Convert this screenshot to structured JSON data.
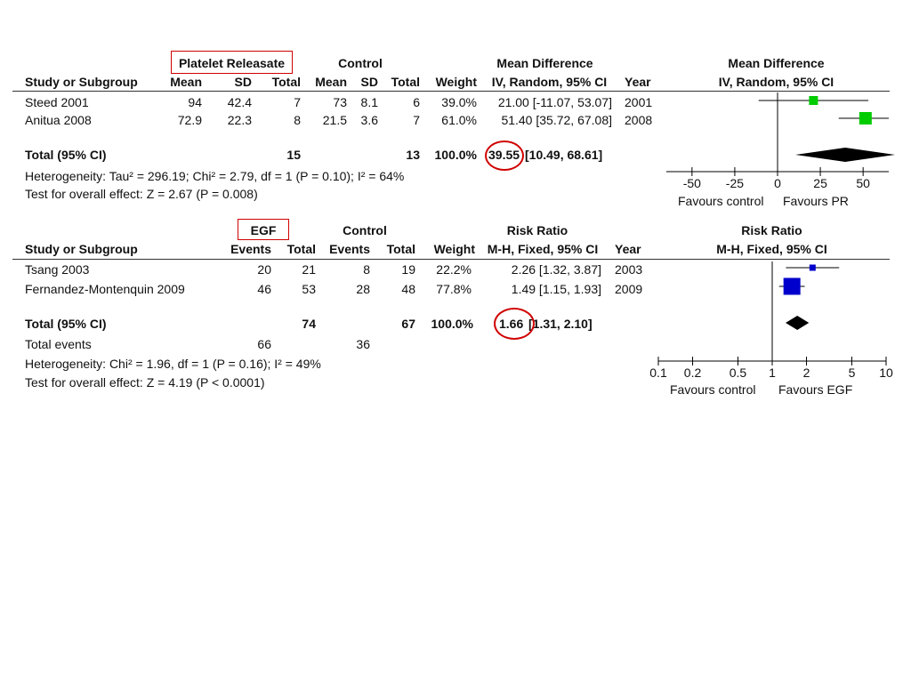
{
  "forest1": {
    "group_label": "Platelet Releasate",
    "control_label": "Control",
    "effect_label": "Mean Difference",
    "header": [
      "Study or Subgroup",
      "Mean",
      "SD",
      "Total",
      "Mean",
      "SD",
      "Total",
      "Weight",
      "IV, Random, 95% CI",
      "Year"
    ],
    "plot_title": "Mean Difference",
    "plot_subtitle": "IV, Random, 95% CI",
    "rows": [
      {
        "study": "Steed 2001",
        "mean_e": "94",
        "sd_e": "42.4",
        "total_e": "7",
        "mean_c": "73",
        "sd_c": "8.1",
        "total_c": "6",
        "weight": "39.0%",
        "ci": "21.00 [-11.07, 53.07]",
        "year": "2001"
      },
      {
        "study": "Anitua 2008",
        "mean_e": "72.9",
        "sd_e": "22.3",
        "total_e": "8",
        "mean_c": "21.5",
        "sd_c": "3.6",
        "total_c": "7",
        "weight": "61.0%",
        "ci": "51.40 [35.72, 67.08]",
        "year": "2008"
      }
    ],
    "total": {
      "label": "Total (95% CI)",
      "total_e": "15",
      "total_c": "13",
      "weight": "100.0%",
      "estimate": "39.55",
      "ci": "[10.49, 68.61]"
    },
    "heterogeneity": "Heterogeneity: Tau² = 296.19; Chi² = 2.79, df = 1 (P = 0.10); I² = 64%",
    "overall": "Test for overall effect: Z = 2.67 (P = 0.008)",
    "ticks": [
      "-50",
      "-25",
      "0",
      "25",
      "50"
    ],
    "favours_left": "Favours control",
    "favours_right": "Favours PR"
  },
  "forest2": {
    "group_label": "EGF",
    "control_label": "Control",
    "effect_label": "Risk Ratio",
    "header": [
      "Study or Subgroup",
      "Events",
      "Total",
      "Events",
      "Total",
      "Weight",
      "M-H, Fixed, 95% CI",
      "Year"
    ],
    "plot_title": "Risk Ratio",
    "plot_subtitle": "M-H, Fixed, 95% CI",
    "rows": [
      {
        "study": "Tsang 2003",
        "events_e": "20",
        "total_e": "21",
        "events_c": "8",
        "total_c": "19",
        "weight": "22.2%",
        "ci": "2.26 [1.32, 3.87]",
        "year": "2003"
      },
      {
        "study": "Fernandez-Montenquin 2009",
        "events_e": "46",
        "total_e": "53",
        "events_c": "28",
        "total_c": "48",
        "weight": "77.8%",
        "ci": "1.49 [1.15, 1.93]",
        "year": "2009"
      }
    ],
    "total": {
      "label": "Total (95% CI)",
      "total_e": "74",
      "total_c": "67",
      "weight": "100.0%",
      "estimate": "1.66",
      "ci": "[1.31, 2.10]"
    },
    "total_events": {
      "label": "Total events",
      "events_e": "66",
      "events_c": "36"
    },
    "heterogeneity": "Heterogeneity: Chi² = 1.96, df = 1 (P = 0.16); I² = 49%",
    "overall": "Test for overall effect: Z = 4.19 (P < 0.0001)",
    "ticks": [
      "0.1",
      "0.2",
      "0.5",
      "1",
      "2",
      "5",
      "10"
    ],
    "favours_left": "Favours control",
    "favours_right": "Favours EGF"
  },
  "colors": {
    "square1": "#00cc00",
    "square2": "#0000cc",
    "diamond": "#000000",
    "highlight": "#d00000"
  },
  "chart_data": [
    {
      "type": "scatter",
      "xlim": [
        -65,
        65
      ],
      "scale": "linear",
      "ticks": [
        -50,
        -25,
        0,
        25,
        50
      ],
      "series": [
        {
          "x": [
            21.0,
            51.4
          ],
          "lo": [
            -11.07,
            35.72
          ],
          "hi": [
            53.07,
            67.08
          ],
          "weight": [
            39.0,
            61.0
          ]
        }
      ],
      "pooled": {
        "x": 39.55,
        "lo": 10.49,
        "hi": 68.61
      }
    },
    {
      "type": "scatter",
      "xlim": [
        0.1,
        10
      ],
      "scale": "log",
      "ticks": [
        0.1,
        0.2,
        0.5,
        1,
        2,
        5,
        10
      ],
      "series": [
        {
          "x": [
            2.26,
            1.49
          ],
          "lo": [
            1.32,
            1.15
          ],
          "hi": [
            3.87,
            1.93
          ],
          "weight": [
            22.2,
            77.8
          ]
        }
      ],
      "pooled": {
        "x": 1.66,
        "lo": 1.31,
        "hi": 2.1
      }
    }
  ]
}
